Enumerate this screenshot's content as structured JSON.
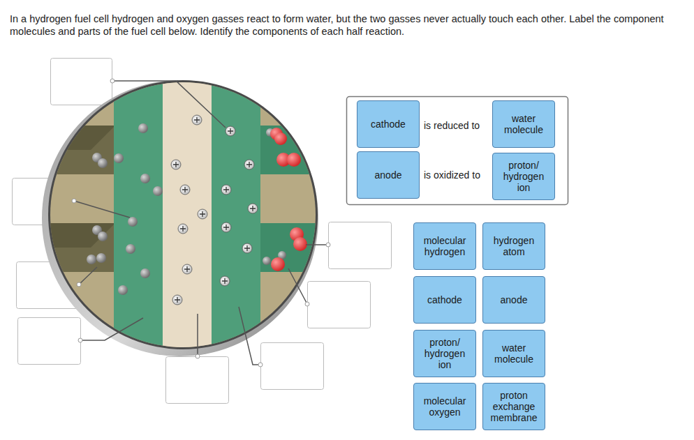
{
  "diagram": {
    "title": "In a hydrogen fuel cell hydrogen and oxygen gasses react to form water, but the two gasses never actually touch each other.  Label the component molecules and parts of the fuel cell below.  Identify the components of each half reaction.",
    "nodes": [
      {
        "text": [
          "cathode"
        ]
      },
      {
        "text": [
          "water molecule"
        ]
      },
      {
        "text": [
          "anode"
        ]
      },
      {
        "text": [
          "proton/ hydrogen ion"
        ]
      },
      {
        "text": [
          "molecular hydrogen"
        ]
      },
      {
        "text": [
          "hydrogen atom"
        ]
      },
      {
        "text": [
          "cathode"
        ]
      },
      {
        "text": [
          "anode"
        ]
      },
      {
        "text": [
          "proton/ hydrogen ion"
        ]
      },
      {
        "text": [
          "water molecule"
        ]
      },
      {
        "text": [
          "molecular oxygen"
        ]
      },
      {
        "text": [
          "proton exchange membrane"
        ]
      }
    ],
    "labels": [
      "is reduced to",
      "is oxidized to"
    ]
  }
}
